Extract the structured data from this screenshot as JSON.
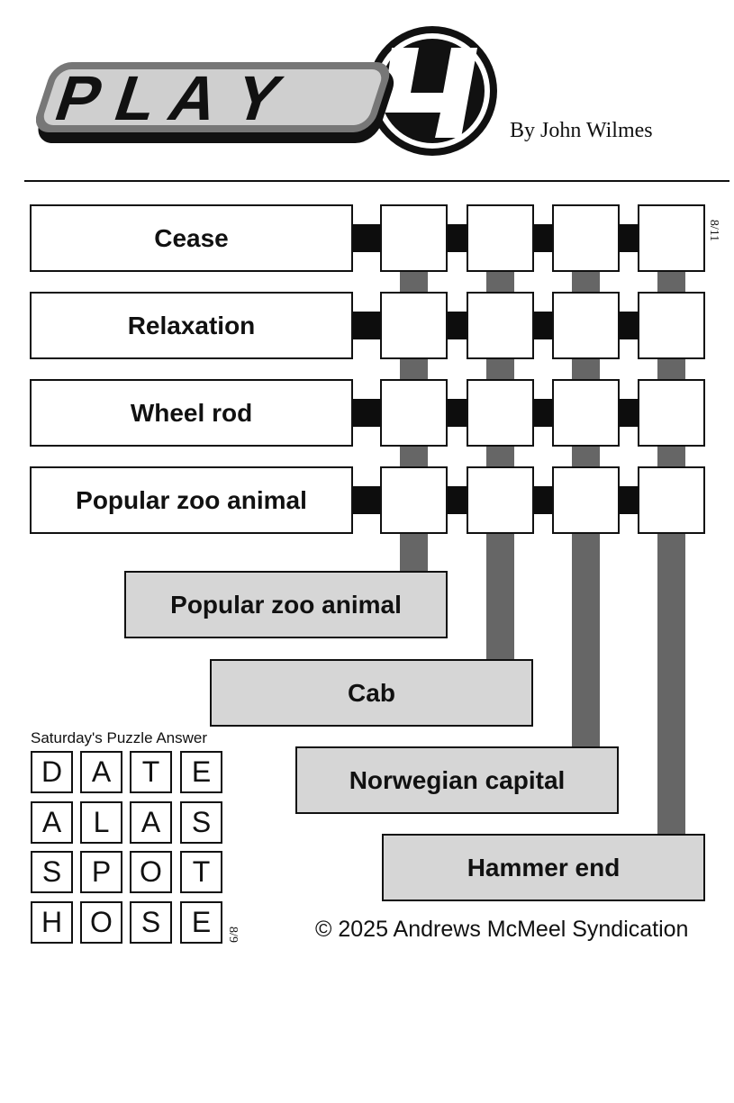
{
  "header": {
    "logo_text": "PLAY4",
    "byline": "By John Wilmes"
  },
  "puzzle": {
    "date_code": "8/11",
    "across_clues": [
      "Cease",
      "Relaxation",
      "Wheel rod",
      "Popular zoo animal"
    ],
    "down_clues": [
      "Popular zoo animal",
      "Cab",
      "Norwegian capital",
      "Hammer end"
    ],
    "grid_rows": 4,
    "grid_cols": 4
  },
  "previous_answer": {
    "title": "Saturday's Puzzle Answer",
    "date_code": "8/9",
    "rows": [
      [
        "D",
        "A",
        "T",
        "E"
      ],
      [
        "A",
        "L",
        "A",
        "S"
      ],
      [
        "S",
        "P",
        "O",
        "T"
      ],
      [
        "H",
        "O",
        "S",
        "E"
      ]
    ]
  },
  "footer": {
    "copyright": "© 2025 Andrews McMeel Syndication"
  },
  "colors": {
    "ink": "#111111",
    "down_clue_fill": "#d6d6d6",
    "down_bar": "#666666",
    "connector": "#0d0d0d"
  }
}
